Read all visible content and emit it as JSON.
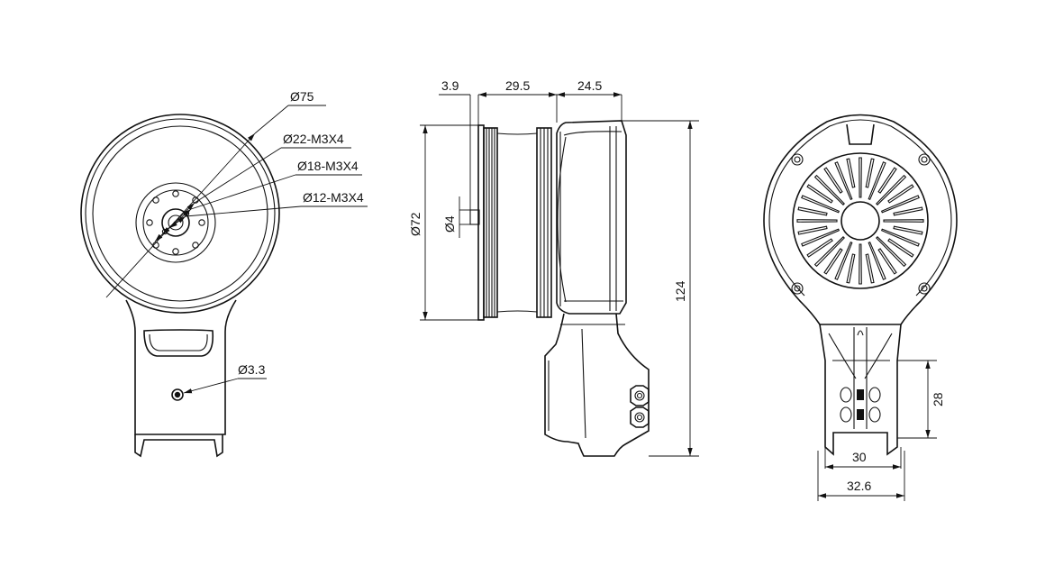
{
  "front_view": {
    "callouts": {
      "outer_diameter": "Ø75",
      "pcd_22": "Ø22-M3X4",
      "pcd_18": "Ø18-M3X4",
      "pcd_12": "Ø12-M3X4",
      "mount_hole": "Ø3.3"
    }
  },
  "side_view": {
    "dims": {
      "flange": "3.9",
      "rotor": "29.5",
      "stator": "24.5",
      "diameter": "Ø72",
      "shaft": "Ø4",
      "height": "124"
    }
  },
  "rear_view": {
    "dims": {
      "bracket_height": "28",
      "inner_width": "30",
      "outer_width": "32.6"
    }
  }
}
